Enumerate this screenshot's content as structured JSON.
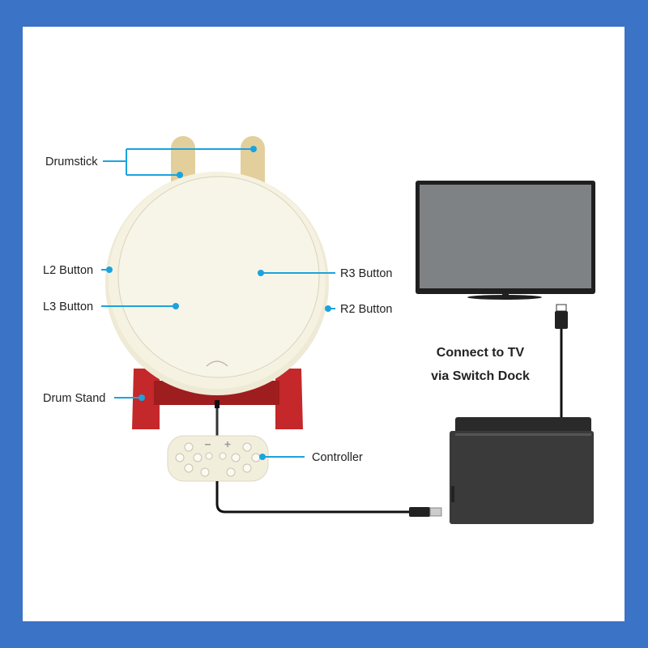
{
  "labels": {
    "drumstick": "Drumstick",
    "l2_button": "L2 Button",
    "l3_button": "L3 Button",
    "r3_button": "R3 Button",
    "r2_button": "R2 Button",
    "drum_stand": "Drum Stand",
    "controller": "Controller"
  },
  "caption": {
    "line1": "Connect to TV",
    "line2": "via Switch Dock"
  },
  "colors": {
    "border": "#3b73c6",
    "callout": "#1ba3de",
    "drum": "#f2eedc",
    "stand": "#c4282a",
    "tv_screen": "#7f8285"
  }
}
